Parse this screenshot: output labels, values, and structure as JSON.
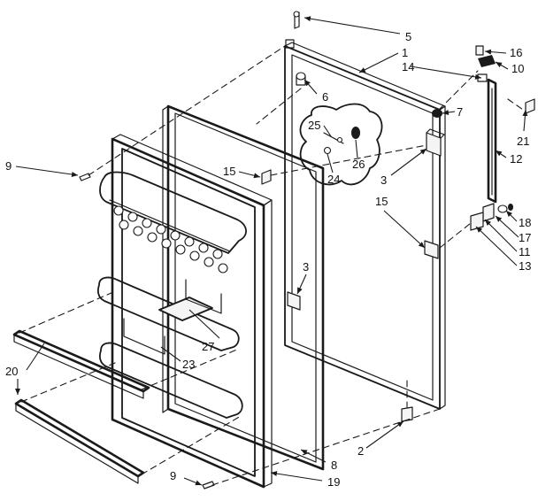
{
  "labels": [
    "5",
    "1",
    "16",
    "14",
    "10",
    "6",
    "7",
    "25",
    "21",
    "26",
    "12",
    "9",
    "15",
    "3",
    "24",
    "15",
    "18",
    "17",
    "11",
    "13",
    "3",
    "27",
    "20",
    "23",
    "2",
    "8",
    "9",
    "19"
  ],
  "colors": {
    "ink": "#1a1a1a",
    "paper": "#ffffff"
  }
}
